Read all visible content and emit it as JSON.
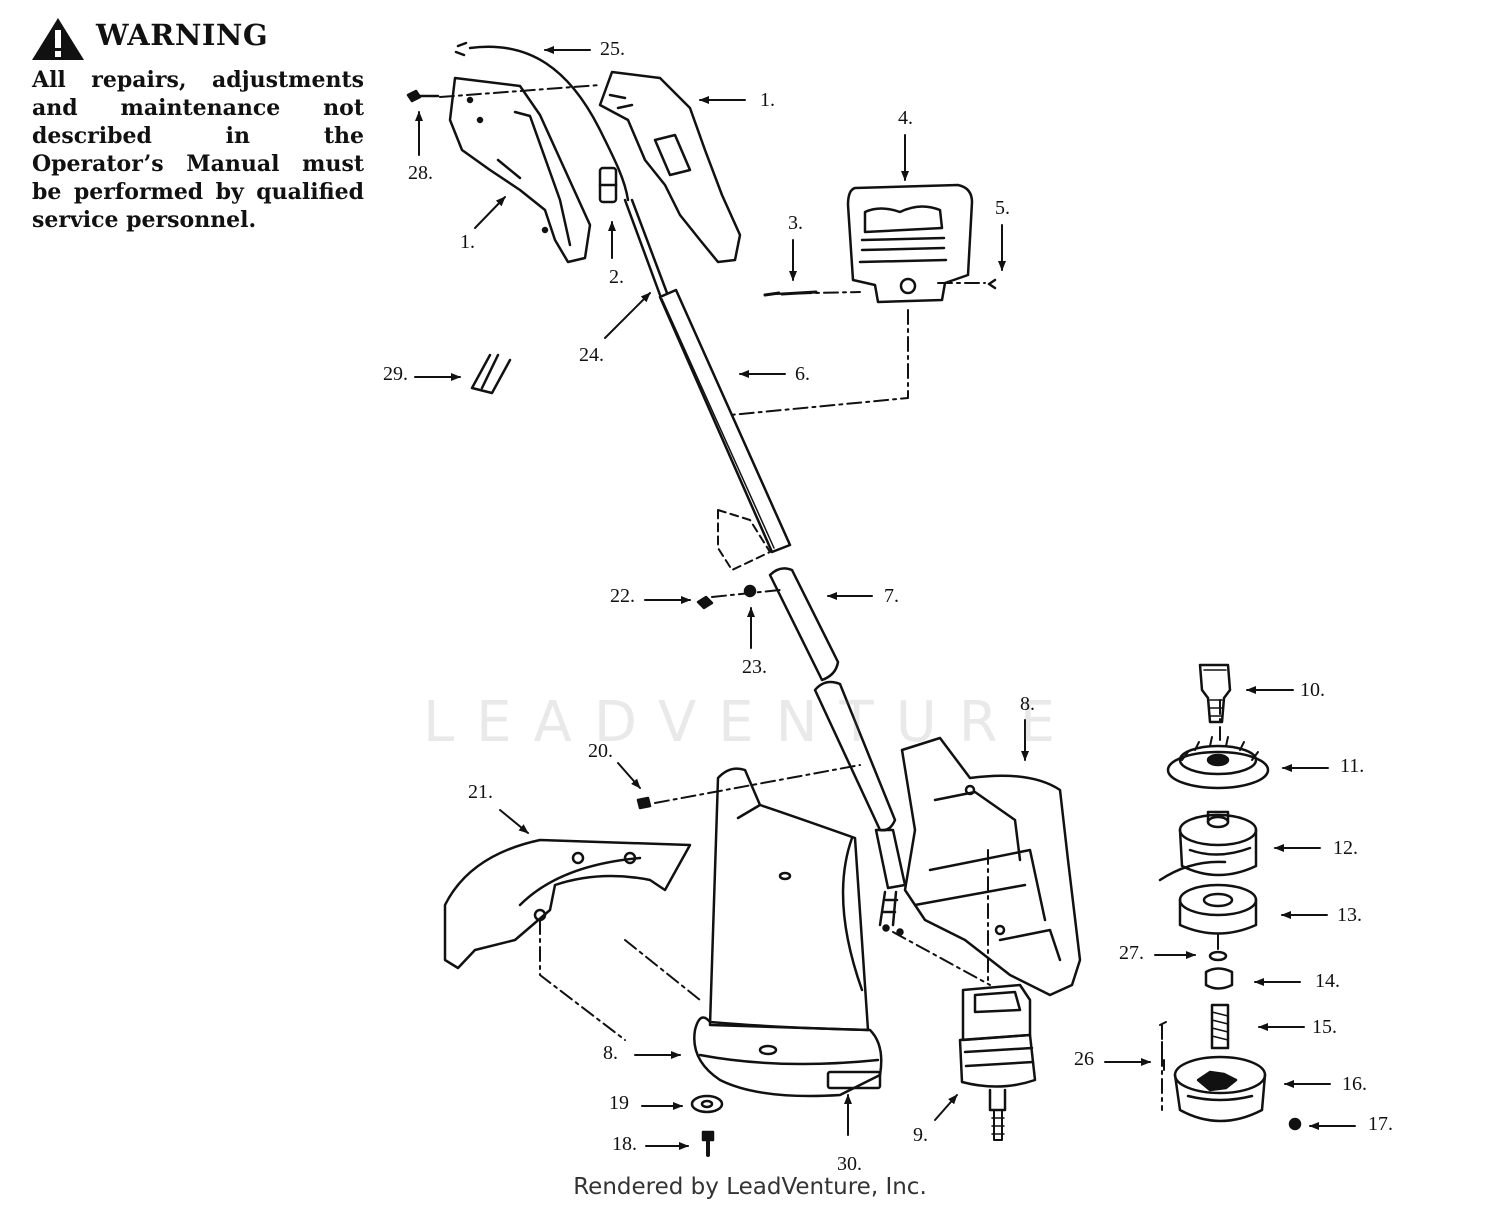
{
  "warning": {
    "title": "WARNING",
    "body": "All repairs, adjustments and maintenance not described in the Operator’s Manual must be performed by qualified service personnel."
  },
  "callouts": {
    "c25": "25.",
    "c1a": "1.",
    "c28": "28.",
    "c1b": "1.",
    "c2": "2.",
    "c4": "4.",
    "c3": "3.",
    "c5": "5.",
    "c24": "24.",
    "c29": "29.",
    "c6": "6.",
    "c22": "22.",
    "c7": "7.",
    "c23": "23.",
    "c8a": "8.",
    "c20": "20.",
    "c21": "21.",
    "c10": "10.",
    "c11": "11.",
    "c12": "12.",
    "c13": "13.",
    "c27": "27.",
    "c14": "14.",
    "c15": "15.",
    "c26": "26",
    "c16": "16.",
    "c17": "17.",
    "c8b": "8.",
    "c19": "19",
    "c18": "18.",
    "c9": "9.",
    "c30": "30."
  },
  "watermark": "LEADVENTURE",
  "footer": "Rendered by LeadVenture, Inc."
}
